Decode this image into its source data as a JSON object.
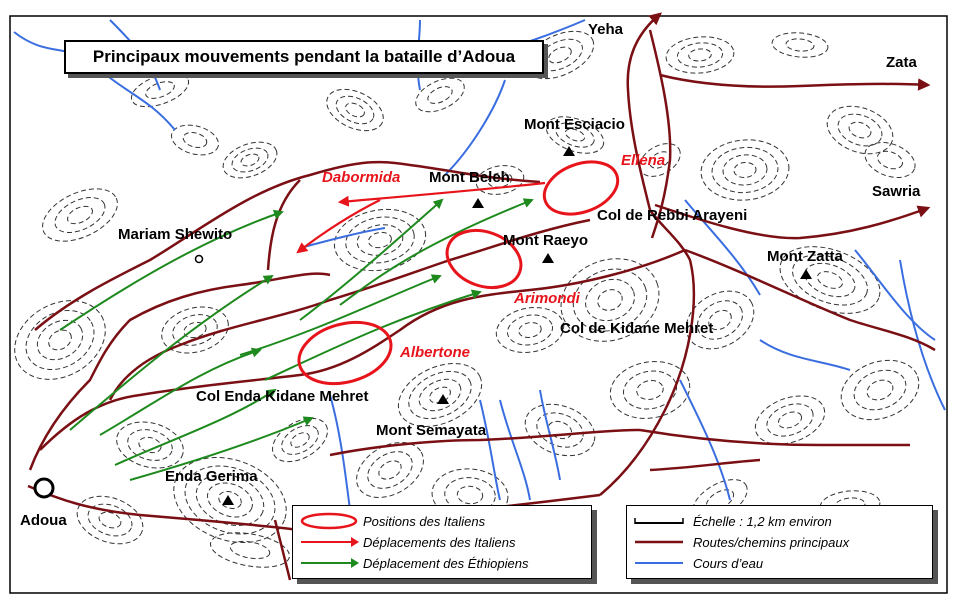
{
  "title": "Principaux mouvements pendant la bataille d’Adoua",
  "colors": {
    "road": "#7a0f14",
    "water": "#3a6ee0",
    "italian": "#e8141b",
    "ethiopian": "#1e8a1e",
    "contour": "#333333"
  },
  "places": {
    "yeha": "Yeha",
    "zata": "Zata",
    "sawria": "Sawria",
    "mont_esciacio": "Mont Esciacio",
    "mont_beleh": "Mont Beleh",
    "col_rebbi": "Col de Rebbi Arayeni",
    "mont_raeyo": "Mont Raeyo",
    "mont_zatta": "Mont Zatta",
    "mariam_shewito": "Mariam Shewito",
    "col_kidane": "Col de  Kidane Mehret",
    "col_enda": "Col Enda Kidane Mehret",
    "mont_semayata": "Mont Semayata",
    "enda_gerima": "Enda Gerima",
    "adoua": "Adoua"
  },
  "italian_units": {
    "dabormida": "Dabormida",
    "ellena": "Ellena",
    "arimondi": "Arimondi",
    "albertone": "Albertone"
  },
  "legend_left": {
    "positions": "Positions des Italiens",
    "italian_moves": "Déplacements des Italiens",
    "ethiopian_moves": "Déplacement des Éthiopiens"
  },
  "legend_right": {
    "scale": "Échelle : 1,2 km environ",
    "roads": "Routes/chemins principaux",
    "rivers": "Cours d’eau"
  }
}
